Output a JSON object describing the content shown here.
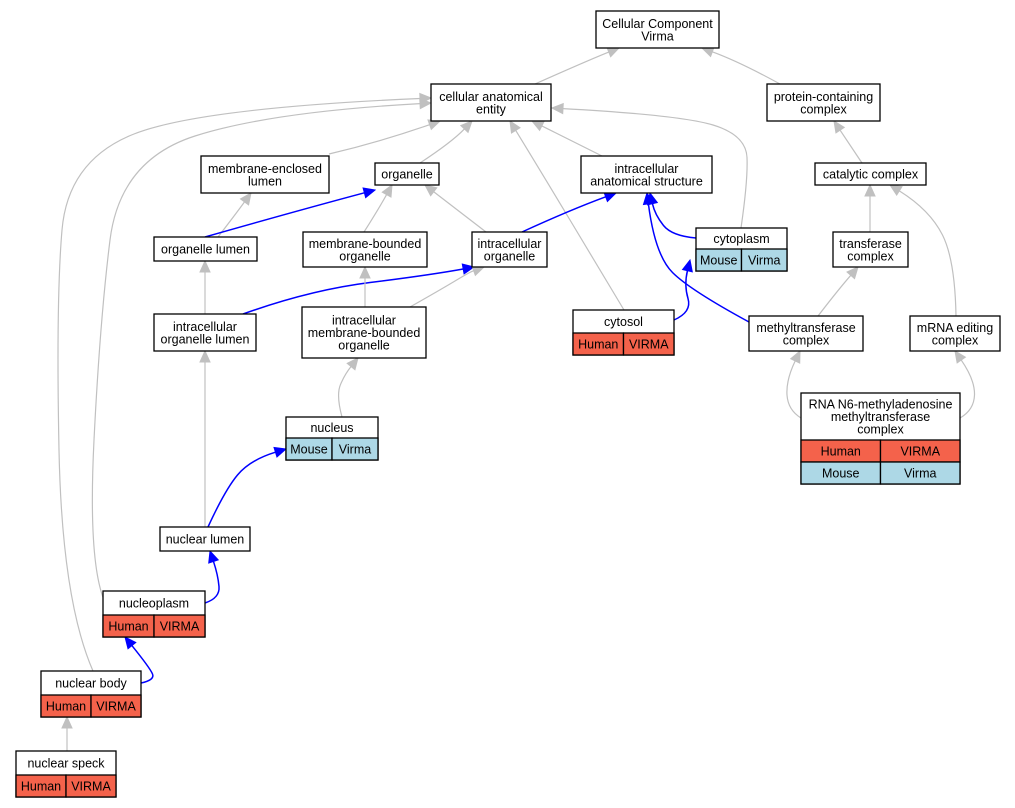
{
  "nodes": {
    "cellular_component": {
      "lines": [
        "Cellular Component",
        "Virma"
      ]
    },
    "cellular_anatomical_entity": {
      "lines": [
        "cellular anatomical",
        "entity"
      ]
    },
    "protein_containing_complex": {
      "lines": [
        "protein-containing",
        "complex"
      ]
    },
    "membrane_enclosed_lumen": {
      "lines": [
        "membrane-enclosed",
        "lumen"
      ]
    },
    "organelle": {
      "lines": [
        "organelle"
      ]
    },
    "intracellular_anatomical_structure": {
      "lines": [
        "intracellular",
        "anatomical structure"
      ]
    },
    "catalytic_complex": {
      "lines": [
        "catalytic complex"
      ]
    },
    "organelle_lumen": {
      "lines": [
        "organelle lumen"
      ]
    },
    "membrane_bounded_organelle": {
      "lines": [
        "membrane-bounded",
        "organelle"
      ]
    },
    "intracellular_organelle": {
      "lines": [
        "intracellular",
        "organelle"
      ]
    },
    "cytoplasm": {
      "lines": [
        "cytoplasm"
      ],
      "cells": [
        [
          "Mouse",
          "Virma"
        ]
      ]
    },
    "transferase_complex": {
      "lines": [
        "transferase",
        "complex"
      ]
    },
    "intracellular_organelle_lumen": {
      "lines": [
        "intracellular",
        "organelle lumen"
      ]
    },
    "intracellular_membrane_bounded_organelle": {
      "lines": [
        "intracellular",
        "membrane-bounded",
        "organelle"
      ]
    },
    "cytosol": {
      "lines": [
        "cytosol"
      ],
      "cells": [
        [
          "Human",
          "VIRMA"
        ]
      ]
    },
    "methyltransferase_complex": {
      "lines": [
        "methyltransferase",
        "complex"
      ]
    },
    "mrna_editing_complex": {
      "lines": [
        "mRNA editing",
        "complex"
      ]
    },
    "rna_m6a_complex": {
      "lines": [
        "RNA N6-methyladenosine",
        "methyltransferase",
        "complex"
      ],
      "cells": [
        [
          "Human",
          "VIRMA"
        ],
        [
          "Mouse",
          "Virma"
        ]
      ]
    },
    "nucleus": {
      "lines": [
        "nucleus"
      ],
      "cells": [
        [
          "Mouse",
          "Virma"
        ]
      ]
    },
    "nuclear_lumen": {
      "lines": [
        "nuclear lumen"
      ]
    },
    "nucleoplasm": {
      "lines": [
        "nucleoplasm"
      ],
      "cells": [
        [
          "Human",
          "VIRMA"
        ]
      ]
    },
    "nuclear_body": {
      "lines": [
        "nuclear body"
      ],
      "cells": [
        [
          "Human",
          "VIRMA"
        ]
      ]
    },
    "nuclear_speck": {
      "lines": [
        "nuclear speck"
      ],
      "cells": [
        [
          "Human",
          "VIRMA"
        ]
      ]
    }
  },
  "edges": [
    {
      "from": "cellular_anatomical_entity",
      "to": "cellular_component",
      "color": "gray"
    },
    {
      "from": "protein_containing_complex",
      "to": "cellular_component",
      "color": "gray"
    },
    {
      "from": "membrane_enclosed_lumen",
      "to": "cellular_anatomical_entity",
      "color": "gray"
    },
    {
      "from": "organelle",
      "to": "cellular_anatomical_entity",
      "color": "gray"
    },
    {
      "from": "intracellular_anatomical_structure",
      "to": "cellular_anatomical_entity",
      "color": "gray"
    },
    {
      "from": "cytoplasm",
      "to": "cellular_anatomical_entity",
      "color": "gray"
    },
    {
      "from": "cytosol",
      "to": "cellular_anatomical_entity",
      "color": "gray"
    },
    {
      "from": "nucleoplasm",
      "to": "cellular_anatomical_entity",
      "color": "gray"
    },
    {
      "from": "nuclear_body",
      "to": "cellular_anatomical_entity",
      "color": "gray"
    },
    {
      "from": "catalytic_complex",
      "to": "protein_containing_complex",
      "color": "gray"
    },
    {
      "from": "organelle_lumen",
      "to": "membrane_enclosed_lumen",
      "color": "gray"
    },
    {
      "from": "organelle_lumen",
      "to": "organelle",
      "color": "blue"
    },
    {
      "from": "membrane_bounded_organelle",
      "to": "organelle",
      "color": "gray"
    },
    {
      "from": "intracellular_organelle",
      "to": "organelle",
      "color": "gray"
    },
    {
      "from": "intracellular_organelle",
      "to": "intracellular_anatomical_structure",
      "color": "blue"
    },
    {
      "from": "cytoplasm",
      "to": "intracellular_anatomical_structure",
      "color": "blue"
    },
    {
      "from": "methyltransferase_complex",
      "to": "intracellular_anatomical_structure",
      "color": "blue"
    },
    {
      "from": "transferase_complex",
      "to": "catalytic_complex",
      "color": "gray"
    },
    {
      "from": "mrna_editing_complex",
      "to": "catalytic_complex",
      "color": "gray"
    },
    {
      "from": "intracellular_organelle_lumen",
      "to": "organelle_lumen",
      "color": "gray"
    },
    {
      "from": "intracellular_organelle_lumen",
      "to": "intracellular_organelle",
      "color": "blue"
    },
    {
      "from": "intracellular_membrane_bounded_organelle",
      "to": "membrane_bounded_organelle",
      "color": "gray"
    },
    {
      "from": "intracellular_membrane_bounded_organelle",
      "to": "intracellular_organelle",
      "color": "gray"
    },
    {
      "from": "cytosol",
      "to": "cytoplasm",
      "color": "blue"
    },
    {
      "from": "methyltransferase_complex",
      "to": "transferase_complex",
      "color": "gray"
    },
    {
      "from": "rna_m6a_complex",
      "to": "methyltransferase_complex",
      "color": "gray"
    },
    {
      "from": "rna_m6a_complex",
      "to": "mrna_editing_complex",
      "color": "gray"
    },
    {
      "from": "nucleus",
      "to": "intracellular_membrane_bounded_organelle",
      "color": "gray"
    },
    {
      "from": "nuclear_lumen",
      "to": "intracellular_organelle_lumen",
      "color": "gray"
    },
    {
      "from": "nuclear_lumen",
      "to": "nucleus",
      "color": "blue"
    },
    {
      "from": "nucleoplasm",
      "to": "nuclear_lumen",
      "color": "blue"
    },
    {
      "from": "nuclear_body",
      "to": "nucleoplasm",
      "color": "blue"
    },
    {
      "from": "nuclear_speck",
      "to": "nuclear_body",
      "color": "gray"
    }
  ],
  "colors": {
    "human_cell": "#f4624b",
    "mouse_cell": "#add8e6",
    "is_a_edge": "#c0c0c0",
    "part_of_edge": "#0000ff"
  }
}
